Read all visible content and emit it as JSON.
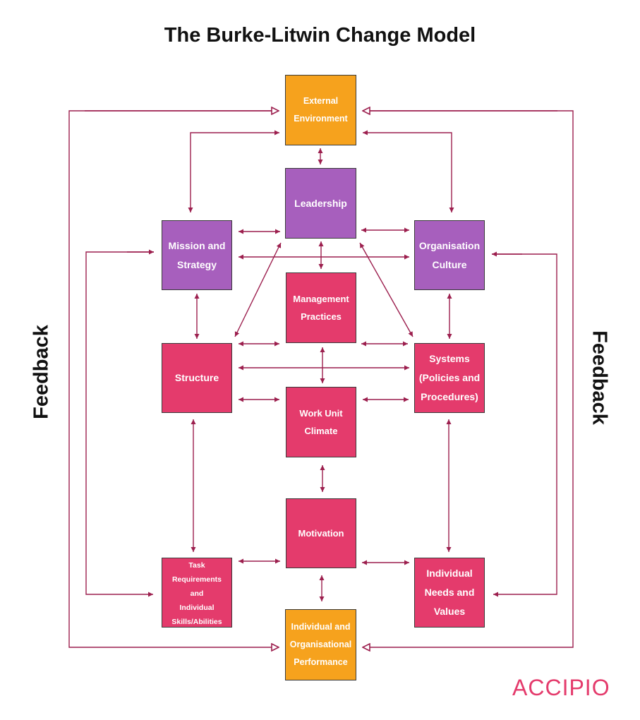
{
  "title": "The Burke-Litwin Change Model",
  "feedback_label": "Feedback",
  "logo_text": "ACCIPIO",
  "colors": {
    "external": "#f6a21d",
    "transformational": "#a75fbd",
    "transactional": "#e43b6c",
    "arrows": "#9c1f4e"
  },
  "boxes": {
    "external_environment": [
      "External",
      "Environment"
    ],
    "leadership": [
      "Leadership"
    ],
    "mission_strategy": [
      "Mission and",
      "Strategy"
    ],
    "organisation_culture": [
      "Organisation",
      "Culture"
    ],
    "management_practices": [
      "Management",
      "Practices"
    ],
    "structure": [
      "Structure"
    ],
    "systems": [
      "Systems",
      "(Policies and",
      "Procedures)"
    ],
    "work_unit_climate": [
      "Work Unit",
      "Climate"
    ],
    "motivation": [
      "Motivation"
    ],
    "task_requirements": [
      "Task",
      "Requirements",
      "and",
      "Individual",
      "Skills/Abilities"
    ],
    "individual_needs": [
      "Individual",
      "Needs and",
      "Values"
    ],
    "performance": [
      "Individual and",
      "Organisational",
      "Performance"
    ]
  }
}
